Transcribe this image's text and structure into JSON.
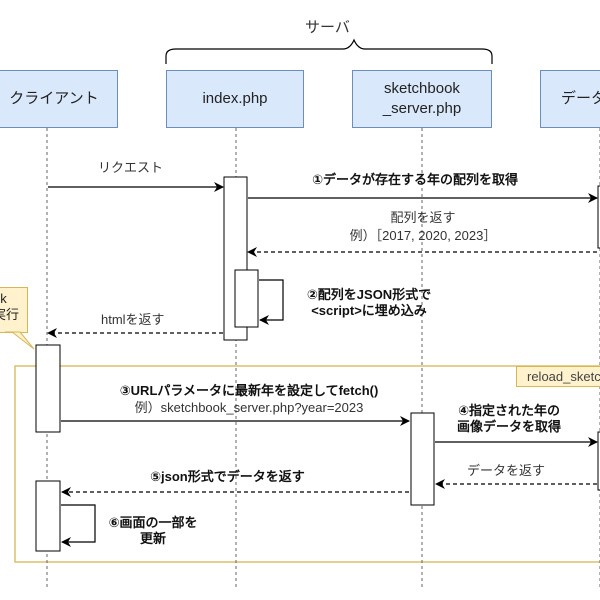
{
  "server_group": {
    "label": "サーバ"
  },
  "participants": {
    "client": "クライアント",
    "index": "index.php",
    "sketchbook_line1": "sketchbook",
    "sketchbook_line2": "_server.php",
    "database": "データ"
  },
  "note": {
    "line1": "ok",
    "line2": "実行"
  },
  "frame": {
    "label": "reload_sketc"
  },
  "messages": {
    "request": "リクエスト",
    "step1": "①データが存在する年の配列を取得",
    "return_array_line1": "配列を返す",
    "return_array_line2": "例）［2017, 2020, 2023］",
    "step2_line1": "②配列をJSON形式で",
    "step2_line2": "<script>に埋め込み",
    "return_html": "htmlを返す",
    "step3_line1": "③URLパラメータに最新年を設定してfetch()",
    "step3_line2": "例）sketchbook_server.php?year=2023",
    "step4_line1": "④指定された年の",
    "step4_line2": "画像データを取得",
    "return_data": "データを返す",
    "step5": "⑤json形式でデータを返す",
    "step6_line1": "⑥画面の一部を",
    "step6_line2": "更新"
  },
  "colors": {
    "participant_fill": "#dae8fc",
    "participant_stroke": "#6c8ebf",
    "note_fill": "#fff2cc",
    "note_stroke": "#d6b656",
    "frame_stroke": "#d6b656"
  }
}
